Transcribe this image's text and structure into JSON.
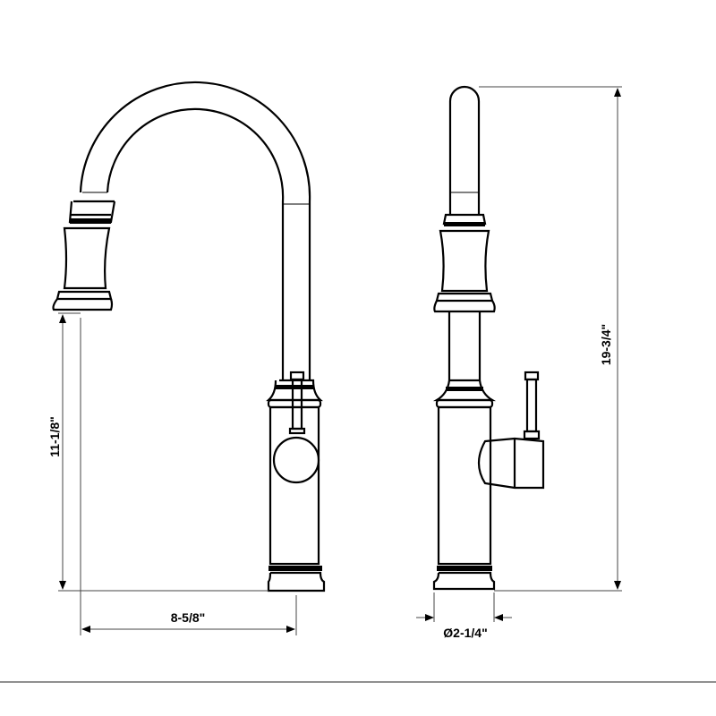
{
  "dimensions": {
    "spout_height": "11-1/8\"",
    "spout_reach": "8-5/8\"",
    "total_height": "19-3/4\"",
    "base_diameter": "Ø2-1/4\""
  },
  "colors": {
    "line": "#000000",
    "dimension_line": "#444444",
    "background": "#ffffff"
  }
}
